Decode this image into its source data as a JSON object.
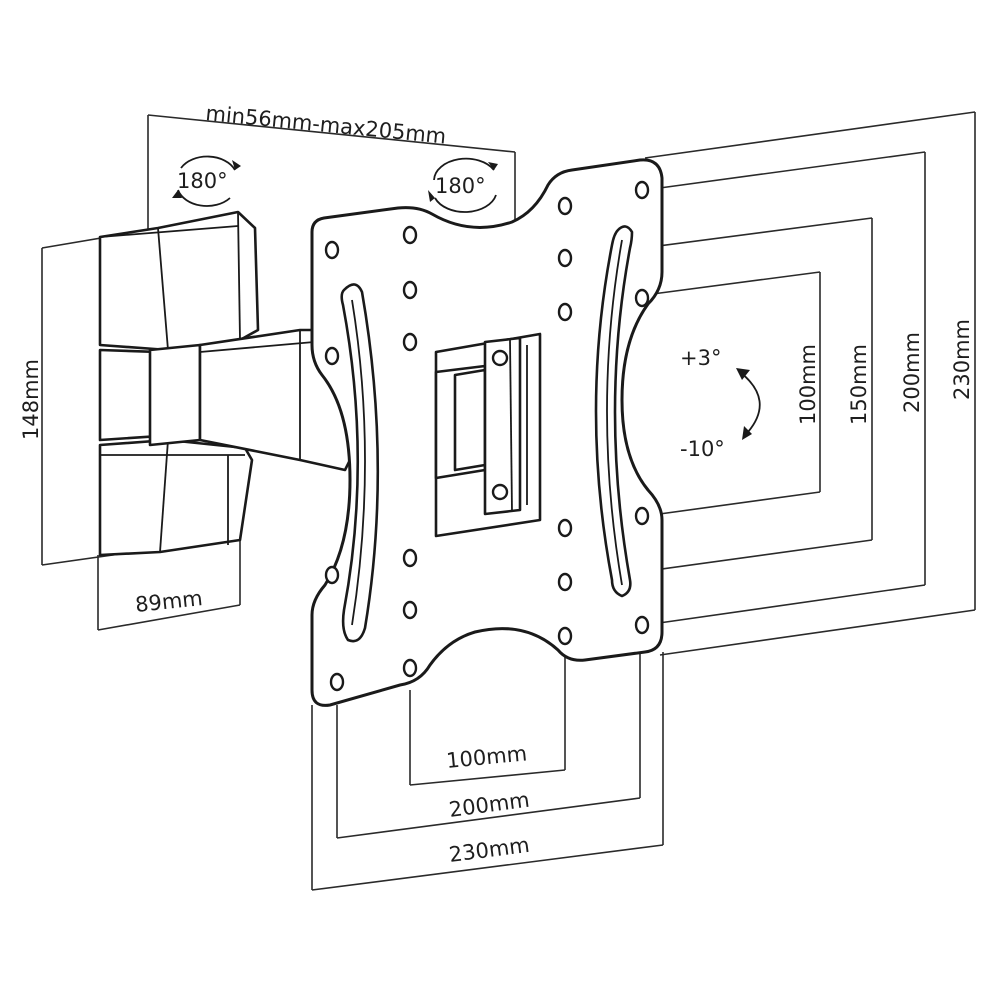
{
  "labels": {
    "arm_extension": "min56mm-max205mm",
    "swivel_left": "180°",
    "swivel_right": "180°",
    "tilt_up": "+3°",
    "tilt_down": "-10°",
    "wall_plate_height": "148mm",
    "wall_plate_width": "89mm",
    "vesa_h_100": "100mm",
    "vesa_h_200": "200mm",
    "vesa_h_230": "230mm",
    "vesa_v_100": "100mm",
    "vesa_v_150": "150mm",
    "vesa_v_200": "200mm",
    "vesa_v_230": "230mm"
  }
}
